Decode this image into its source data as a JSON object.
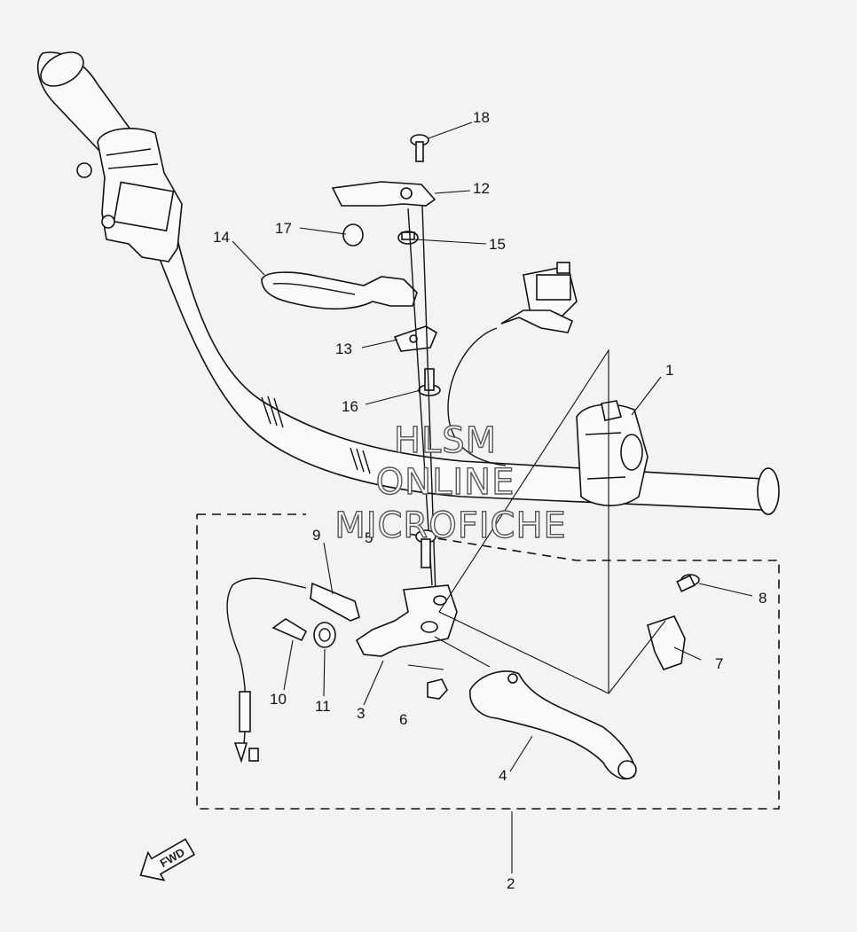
{
  "diagram": {
    "callouts": [
      {
        "id": "c1",
        "label": "1"
      },
      {
        "id": "c2",
        "label": "2"
      },
      {
        "id": "c3",
        "label": "3"
      },
      {
        "id": "c4",
        "label": "4"
      },
      {
        "id": "c5",
        "label": "5"
      },
      {
        "id": "c6",
        "label": "6"
      },
      {
        "id": "c7",
        "label": "7"
      },
      {
        "id": "c8",
        "label": "8"
      },
      {
        "id": "c9",
        "label": "9"
      },
      {
        "id": "c10",
        "label": "10"
      },
      {
        "id": "c11",
        "label": "11"
      },
      {
        "id": "c12",
        "label": "12"
      },
      {
        "id": "c13",
        "label": "13"
      },
      {
        "id": "c14",
        "label": "14"
      },
      {
        "id": "c15",
        "label": "15"
      },
      {
        "id": "c16",
        "label": "16"
      },
      {
        "id": "c17",
        "label": "17"
      },
      {
        "id": "c18",
        "label": "18"
      }
    ],
    "watermark": {
      "line1": "HLSM",
      "line2": "ONLINE",
      "line3": "MICROFICHE"
    },
    "direction_arrow": {
      "label": "FWD"
    }
  }
}
